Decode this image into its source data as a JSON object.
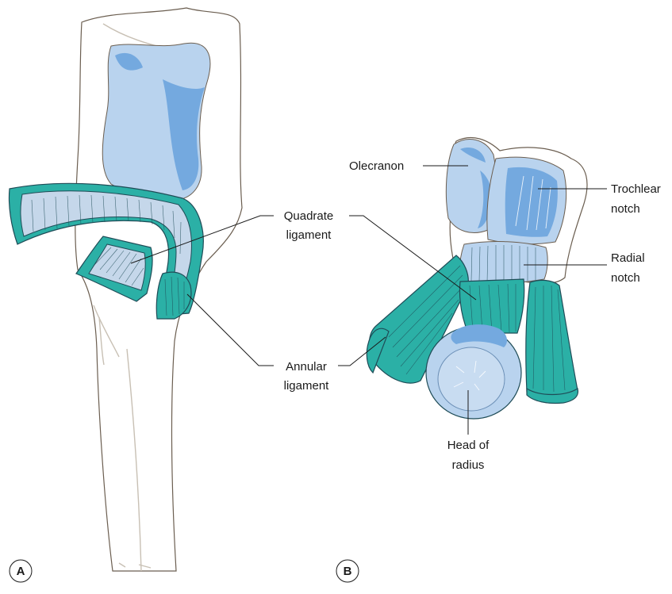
{
  "panels": {
    "a": {
      "letter": "A"
    },
    "b": {
      "letter": "B"
    }
  },
  "labels": {
    "quadrate_ligament": [
      "Quadrate",
      "ligament"
    ],
    "annular_ligament": [
      "Annular",
      "ligament"
    ],
    "olecranon": [
      "Olecranon"
    ],
    "trochlear_notch": [
      "Trochlear",
      "notch"
    ],
    "radial_notch": [
      "Radial",
      "notch"
    ],
    "head_of_radius": [
      "Head of",
      "radius"
    ]
  },
  "colors": {
    "cartilage": "#b9d3ee",
    "cartilage_dark": "#74a9df",
    "ligament": "#2bb0a6",
    "ligament_edge": "#1f4c57",
    "bone_outline": "#6b5e50"
  }
}
